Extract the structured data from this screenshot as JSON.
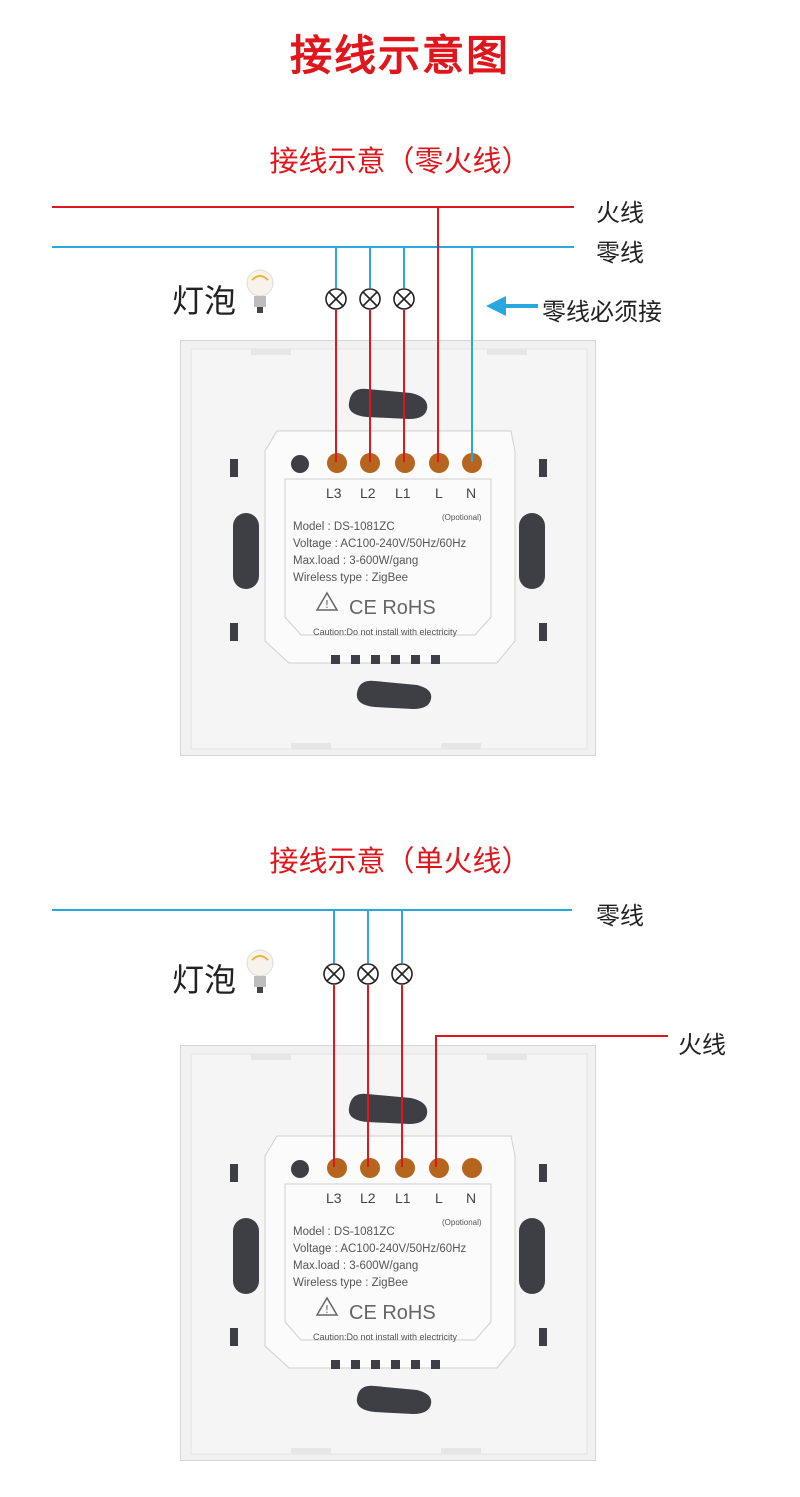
{
  "page_title": "接线示意图",
  "diagrams": [
    {
      "subtitle": "接线示意（零火线）",
      "live_label": "火线",
      "neutral_label": "零线",
      "bulb_label": "灯泡",
      "note": "零线必须接"
    },
    {
      "subtitle": "接线示意（单火线）",
      "live_label": "火线",
      "neutral_label": "零线",
      "bulb_label": "灯泡"
    }
  ],
  "module": {
    "terminals": [
      "L3",
      "L2",
      "L1",
      "L",
      "N"
    ],
    "optional": "(Opotional)",
    "model": "Model : DS-1081ZC",
    "voltage": "Voltage : AC100-240V/50Hz/60Hz",
    "maxload": "Max.load : 3-600W/gang",
    "wireless": "Wireless type : ZigBee",
    "marks": "CE RoHS",
    "caution": "Caution:Do not install with electricity"
  },
  "colors": {
    "title_red": "#e0161d",
    "live_wire": "#e0161d",
    "neutral_wire": "#29a8e0",
    "terminal": "#b5651d",
    "tab_dark": "#3d3f45"
  }
}
